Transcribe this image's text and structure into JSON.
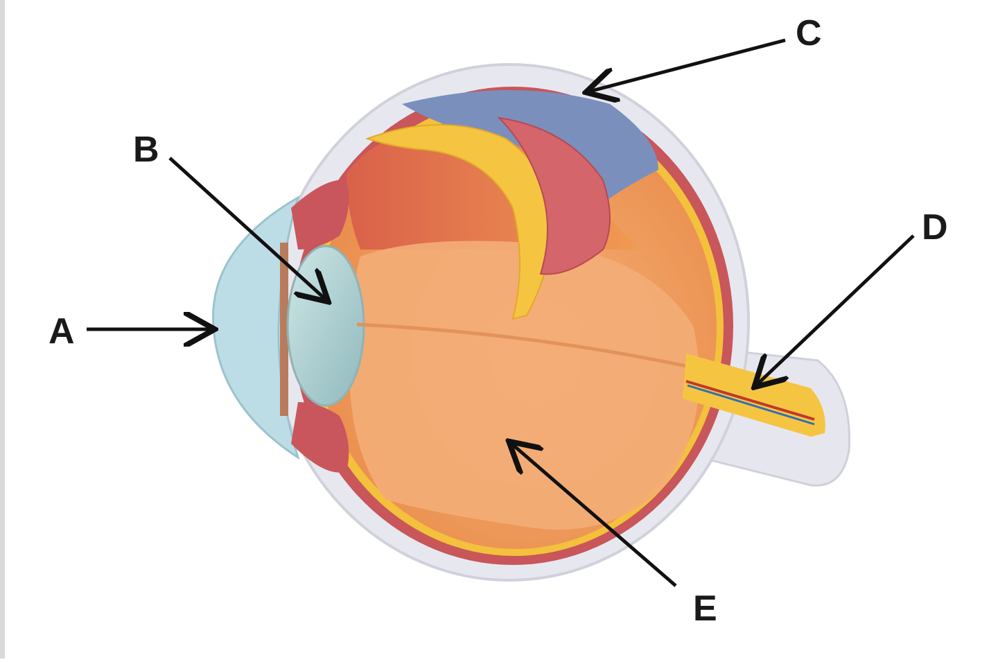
{
  "labels": {
    "a": "A",
    "b": "B",
    "c": "C",
    "d": "D",
    "e": "E"
  },
  "colors": {
    "sclera": "#e7e8ef",
    "choroid": "#c8565a",
    "retina": "#f3c13c",
    "vitreous": "#f0a46a",
    "cornea": "#bcdde6",
    "lens": "#a9cfd2",
    "blue_section": "#7b8fbd",
    "arrow": "#111111"
  }
}
